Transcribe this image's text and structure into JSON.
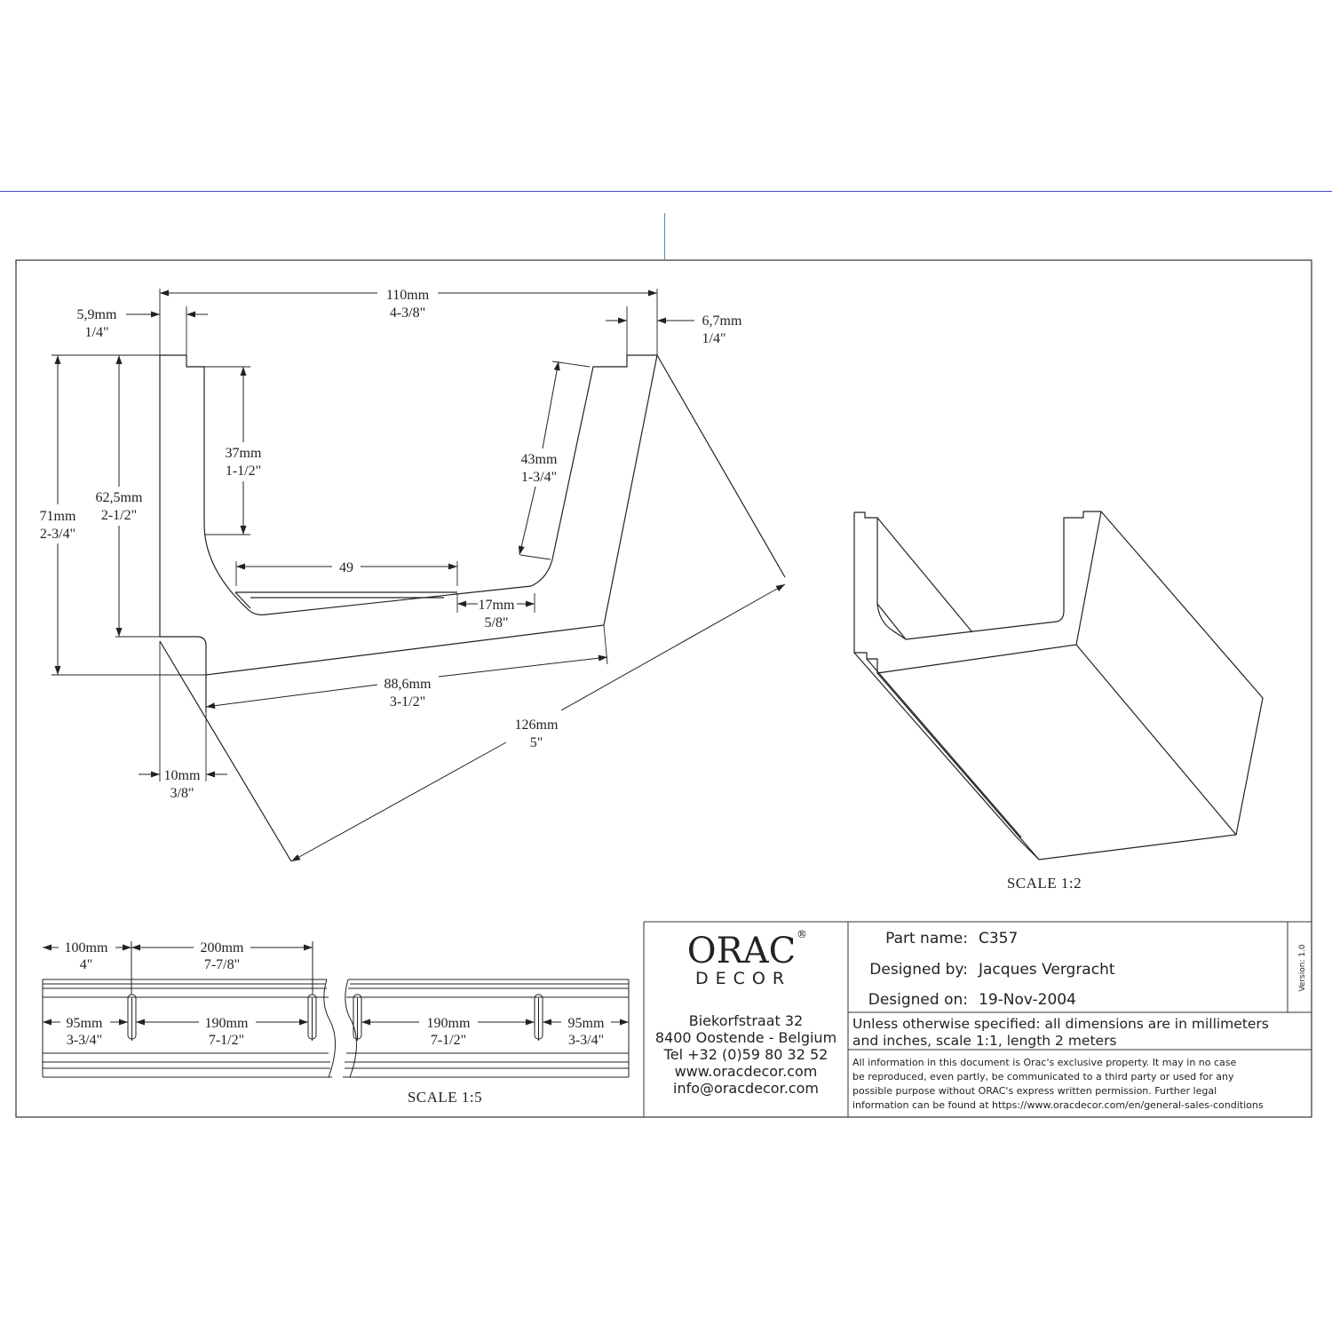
{
  "drawing": {
    "dims": {
      "overall_width": [
        "110mm",
        "4-3/8\""
      ],
      "left_lip": [
        "5,9mm",
        "1/4\""
      ],
      "right_lip": [
        "6,7mm",
        "1/4\""
      ],
      "total_height": [
        "71mm",
        "2-3/4\""
      ],
      "back_height": [
        "62,5mm",
        "2-1/2\""
      ],
      "inner_depth": [
        "37mm",
        "1-1/2\""
      ],
      "front_inner": [
        "43mm",
        "1-3/4\""
      ],
      "bottom_width": "49",
      "bottom_offset": [
        "17mm",
        "5/8\""
      ],
      "base_length": [
        "88,6mm",
        "3-1/2\""
      ],
      "diagonal": [
        "126mm",
        "5\""
      ],
      "foot": [
        "10mm",
        "3/8\""
      ]
    },
    "scale_iso": "SCALE  1:2",
    "scale_strip": "SCALE  1:5",
    "strip_dims": {
      "a": [
        "100mm",
        "4\""
      ],
      "b": [
        "200mm",
        "7-7/8\""
      ],
      "c": [
        "95mm",
        "3-3/4\""
      ],
      "d": [
        "190mm",
        "7-1/2\""
      ],
      "e": [
        "190mm",
        "7-1/2\""
      ],
      "f": [
        "95mm",
        "3-3/4\""
      ]
    }
  },
  "title_block": {
    "logo_main": "ORAC",
    "logo_sub": "DECOR",
    "logo_reg": "®",
    "address": [
      "Biekorfstraat 32",
      "8400 Oostende - Belgium",
      "Tel  +32 (0)59 80 32 52",
      "www.oracdecor.com",
      "info@oracdecor.com"
    ],
    "part_name_label": "Part name:",
    "part_name": "C357",
    "designed_by_label": "Designed by:",
    "designed_by": "Jacques Vergracht",
    "designed_on_label": "Designed on:",
    "designed_on": "19-Nov-2004",
    "version": "Version: 1.0",
    "spec_lines": [
      "Unless otherwise specified: all dimensions are in millimeters",
      "and inches, scale 1:1, length 2 meters"
    ],
    "legal_lines": [
      "All information in this document is Orac's exclusive property.  It may in no case",
      "be reproduced, even partly, be communicated to a third party or used for any",
      "possible purpose without ORAC's express written permission. Further legal",
      "information can be found at https://www.oracdecor.com/en/general-sales-conditions"
    ]
  }
}
